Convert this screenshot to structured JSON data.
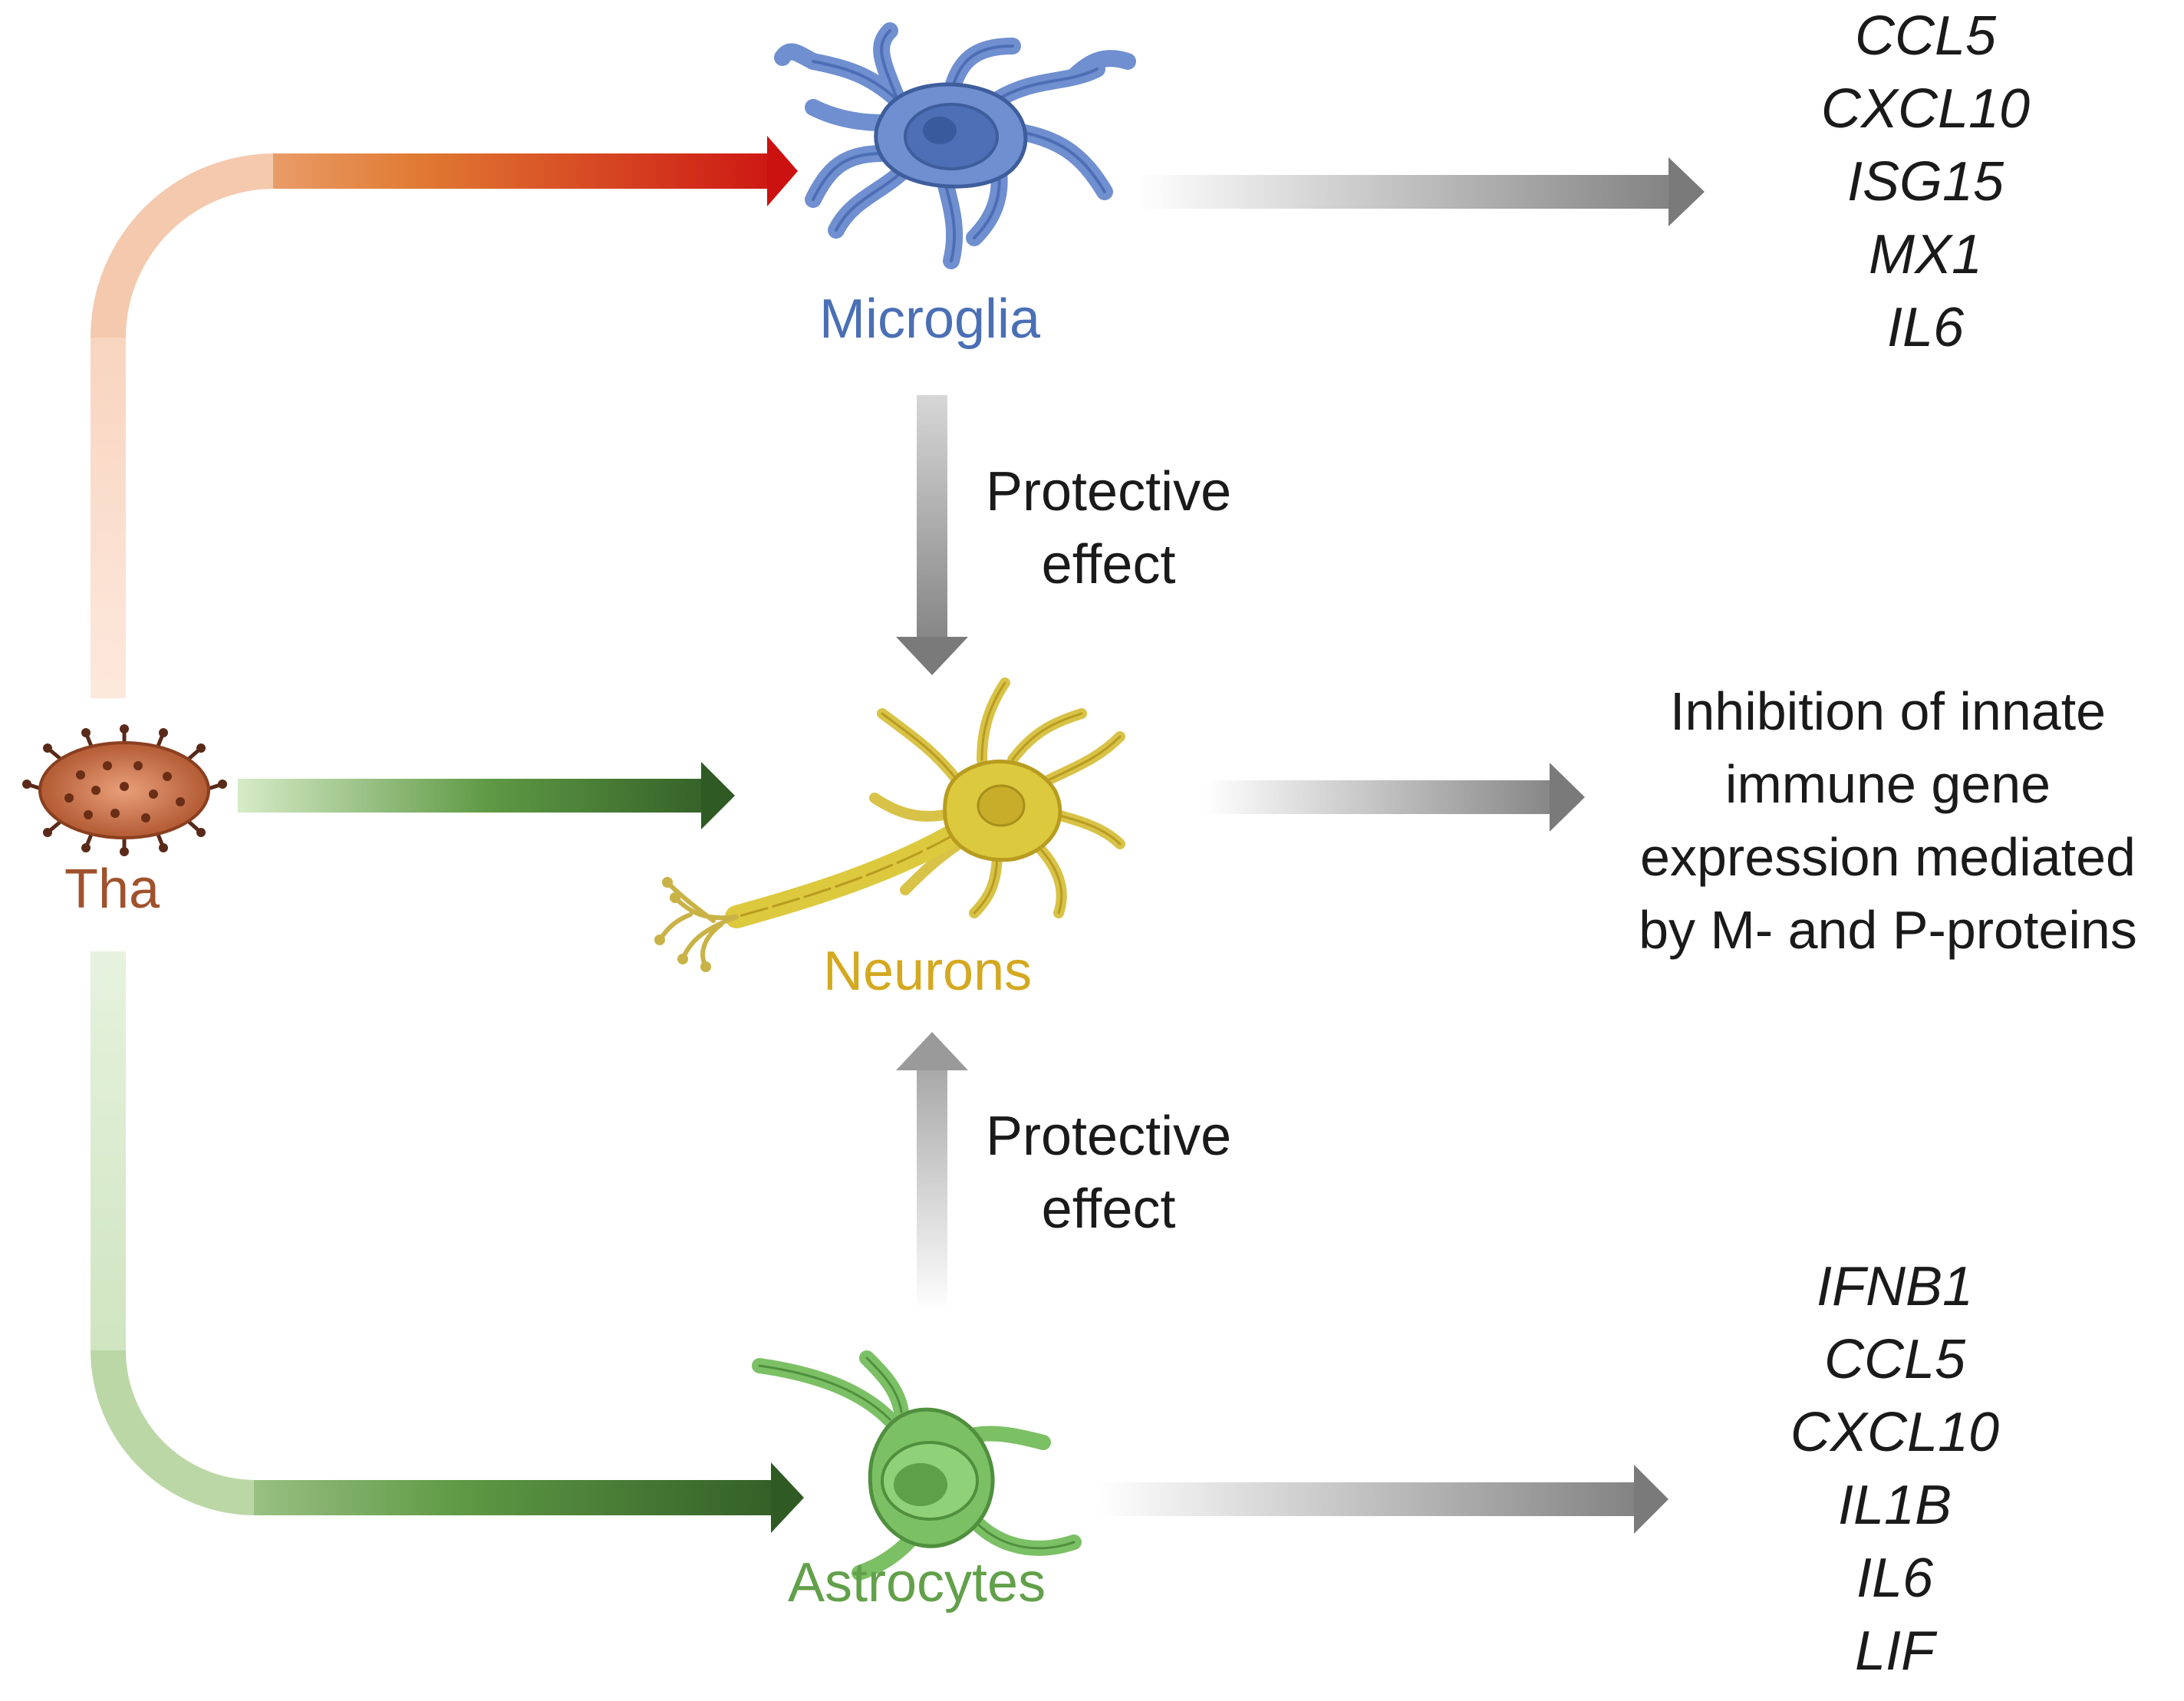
{
  "cells": {
    "microglia": {
      "label": "Microglia",
      "color": "#4a6fb5"
    },
    "neurons": {
      "label": "Neurons",
      "color": "#d4a820"
    },
    "astrocytes": {
      "label": "Astrocytes",
      "color": "#62a04a"
    },
    "virus": {
      "label": "Tha",
      "color": "#a0522d"
    }
  },
  "effects": {
    "top": [
      "Protective",
      "effect"
    ],
    "bottom": [
      "Protective",
      "effect"
    ]
  },
  "outputs": {
    "microglia_genes": [
      "CCL5",
      "CXCL10",
      "ISG15",
      "MX1",
      "IL6"
    ],
    "neuron_outcome": [
      "Inhibition of innate",
      "immune gene",
      "expression mediated",
      "by M- and P-proteins"
    ],
    "astrocyte_genes": [
      "IFNB1",
      "CCL5",
      "CXCL10",
      "IL1B",
      "IL6",
      "LIF"
    ]
  },
  "colors": {
    "path_to_microglia": "#cc1111",
    "path_to_neurons": "#2f5a24",
    "path_to_astrocytes": "#2f5a24",
    "grey_arrow": "#7a7a7a"
  }
}
